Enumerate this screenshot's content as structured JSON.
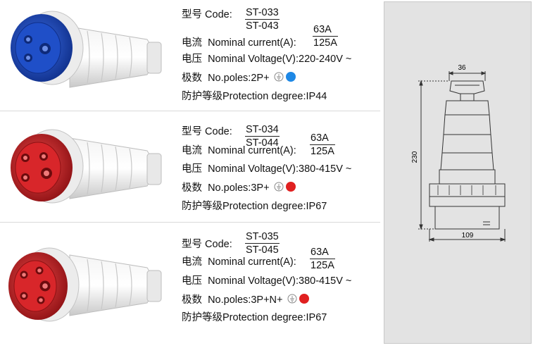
{
  "labels": {
    "code_cn": "型号",
    "code_en": "Code:",
    "current_cn": "电流",
    "current_en": "Nominal current(A):",
    "voltage_cn": "电压",
    "voltage_en": "Nominal Voltage(V):",
    "poles_cn": "极数",
    "poles_en": "No.poles:",
    "protection": "防护等级Protection degree:"
  },
  "products": [
    {
      "code_top": "ST-033",
      "code_bottom": "ST-043",
      "current_top": "63A",
      "current_bottom": "125A",
      "voltage": "220-240V ~",
      "poles": "2P+",
      "protection": "IP44",
      "color": "#1f4fc8",
      "color_dark": "#0f2f8a",
      "dot_color": "#1e88e5"
    },
    {
      "code_top": "ST-034",
      "code_bottom": "ST-044",
      "current_top": "63A",
      "current_bottom": "125A",
      "voltage": "380-415V ~",
      "poles": "3P+",
      "protection": "IP67",
      "color": "#d8262a",
      "color_dark": "#8e1114",
      "dot_color": "#e02020"
    },
    {
      "code_top": "ST-035",
      "code_bottom": "ST-045",
      "current_top": "63A",
      "current_bottom": "125A",
      "voltage": "380-415V ~",
      "poles": "3P+N+",
      "protection": "IP67",
      "color": "#d8262a",
      "color_dark": "#8e1114",
      "dot_color": "#e02020"
    }
  ],
  "dimensions": {
    "width_top": "36",
    "height": "230",
    "width_bottom": "109"
  }
}
